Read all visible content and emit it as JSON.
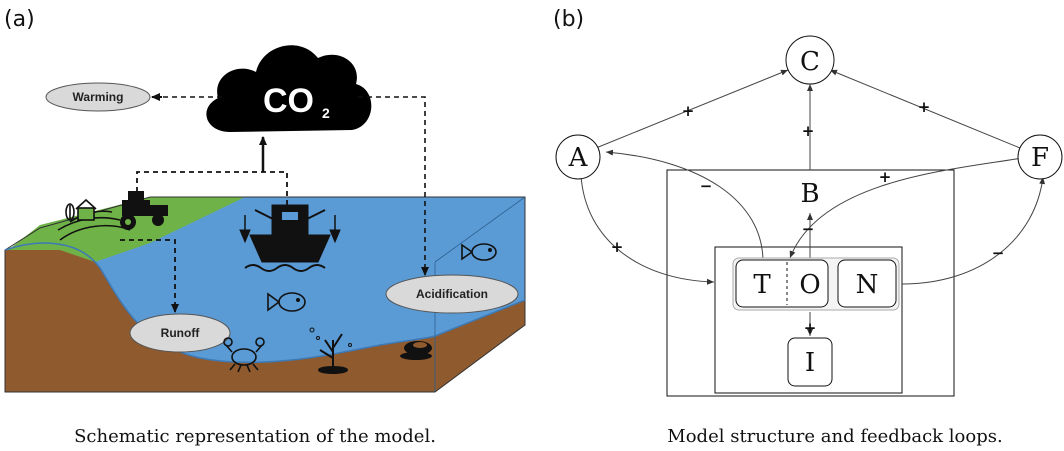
{
  "panel_a": {
    "label": "(a)",
    "cloud_text": "CO",
    "cloud_subscript": "2",
    "warming_label": "Warming",
    "acidification_label": "Acidification",
    "runoff_label": "Runoff",
    "caption": "Schematic representation of the model."
  },
  "panel_b": {
    "label": "(b)",
    "nodes": {
      "C": "C",
      "A": "A",
      "F": "F",
      "B": "B",
      "T": "T",
      "O": "O",
      "N": "N",
      "I": "I"
    },
    "signs": {
      "a_to_c": "+",
      "b_to_c": "+",
      "f_to_c": "+",
      "t_to_a": "−",
      "a_to_ton": "+",
      "f_to_t": "+",
      "ton_to_b": "−",
      "n_to_f": "−",
      "ton_to_i": "+"
    },
    "caption": "Model structure and feedback loops."
  },
  "colors": {
    "water": "#5b9bd5",
    "water_dark": "#4a86c0",
    "land": "#8f5a2e",
    "land_dark": "#7a4a22",
    "grass": "#6fb348",
    "cloud": "#000000",
    "ellipse_fill": "#d9d9d9"
  }
}
